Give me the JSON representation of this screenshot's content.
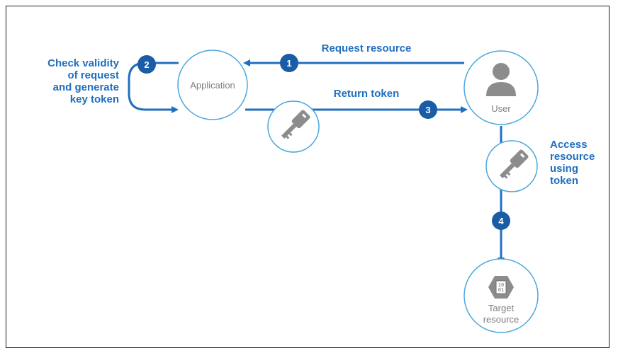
{
  "nodes": {
    "application": {
      "label": "Application"
    },
    "user": {
      "label": "User"
    },
    "target": {
      "label_line1": "Target",
      "label_line2": "resource",
      "icon_text_line1": "10",
      "icon_text_line2": "01"
    }
  },
  "steps": [
    {
      "number": "1",
      "label": "Request resource"
    },
    {
      "number": "2",
      "label_lines": [
        "Check validity",
        "of request",
        "and generate",
        "key token"
      ]
    },
    {
      "number": "3",
      "label": "Return token"
    },
    {
      "number": "4",
      "label_lines": [
        "Access",
        "resource",
        "using",
        "token"
      ]
    }
  ],
  "colors": {
    "arrow": "#1f6fc0",
    "badge": "#1a5da6",
    "circle_border": "#49a7dc",
    "icon_gray": "#8c8c8c"
  }
}
